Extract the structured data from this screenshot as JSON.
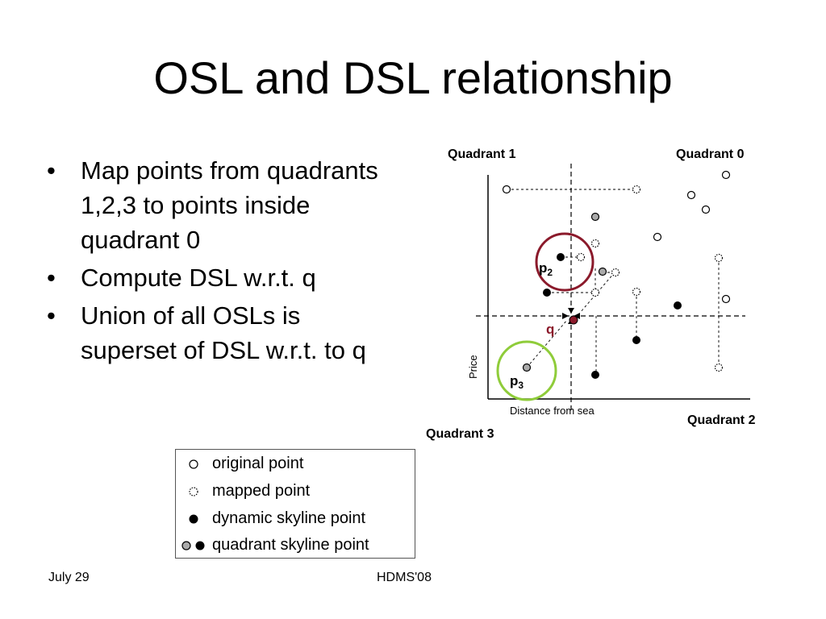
{
  "slide": {
    "title": "OSL and DSL relationship",
    "bullets": [
      "Map points from quadrants 1,2,3 to points inside quadrant 0",
      "Compute DSL w.r.t. q",
      "Union of all OSLs is superset of DSL w.r.t. to q"
    ],
    "bullet_symbol": "•"
  },
  "diagram": {
    "quadrant_labels": {
      "q1": "Quadrant 1",
      "q0": "Quadrant 0",
      "q2": "Quadrant 2",
      "q3": "Quadrant 3"
    },
    "axis_labels": {
      "y": "Price",
      "x": "Distance from sea"
    },
    "point_labels": {
      "q": "q",
      "p2_base": "p",
      "p2_sub": "2",
      "p3_base": "p",
      "p3_sub": "3"
    },
    "colors": {
      "q_point": "#8b1a2b",
      "p2_circle": "#8b1a2b",
      "p3_circle": "#8fcc3a",
      "quadrant_skyline_gray": "#aaaaaa"
    }
  },
  "legend": {
    "items": [
      {
        "symbol": "open-circle",
        "label": "original point"
      },
      {
        "symbol": "dotted-circle",
        "label": "mapped point"
      },
      {
        "symbol": "filled-circle",
        "label": "dynamic skyline point"
      },
      {
        "symbol": "gray-and-filled-circle",
        "label": "quadrant  skyline point"
      }
    ]
  },
  "footer": {
    "date": "July 29",
    "conference": "HDMS'08"
  }
}
